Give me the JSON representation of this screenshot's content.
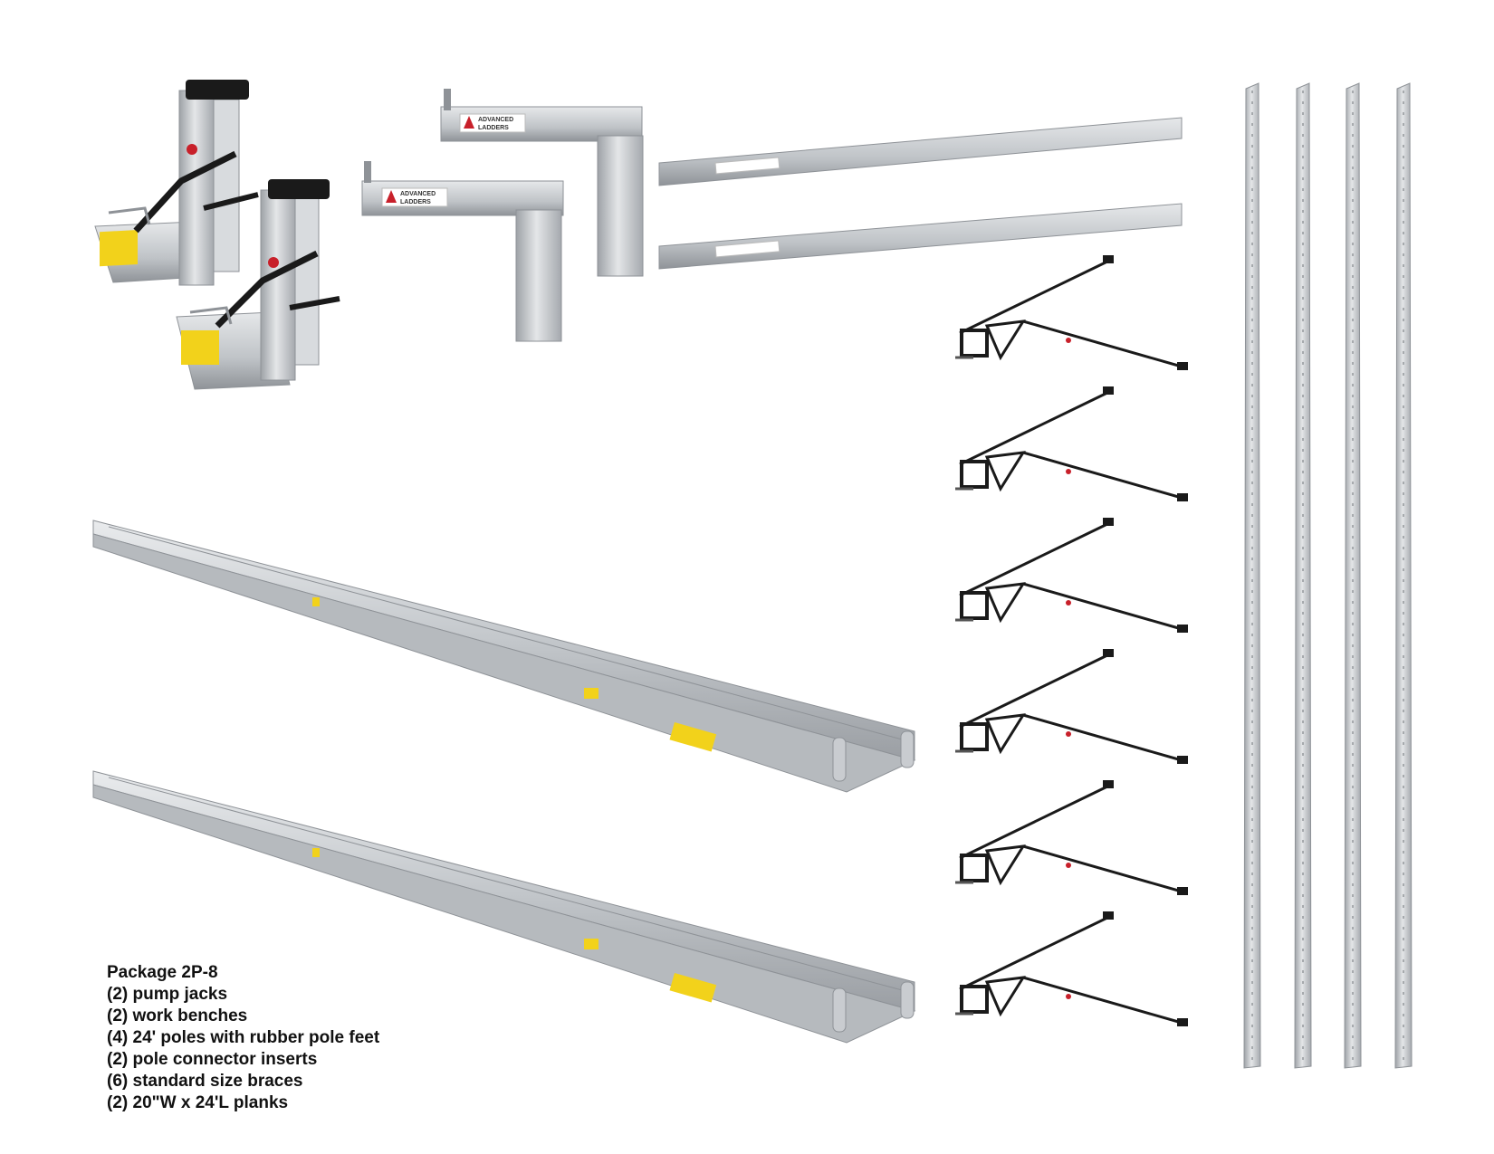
{
  "package": {
    "title": "Package 2P-8",
    "items": [
      "(2) pump jacks",
      "(2) work benches",
      "(4) 24' poles with rubber pole feet",
      "(2) pole connector inserts",
      "(6) standard size braces",
      "(2) 20\"W x 24'L planks"
    ]
  },
  "brand": {
    "line1": "ADVANCED",
    "line2": "LADDERS"
  },
  "colors": {
    "aluminum": "#c9ccd0",
    "aluminum_dark": "#8e9297",
    "black": "#1a1a1a",
    "label_yellow": "#f2d21b",
    "brand_red": "#c8202a",
    "background": "#ffffff"
  },
  "counts": {
    "pump_jacks": 2,
    "work_benches": 2,
    "poles": 4,
    "pole_connector_inserts": 2,
    "braces": 6,
    "planks": 2
  }
}
